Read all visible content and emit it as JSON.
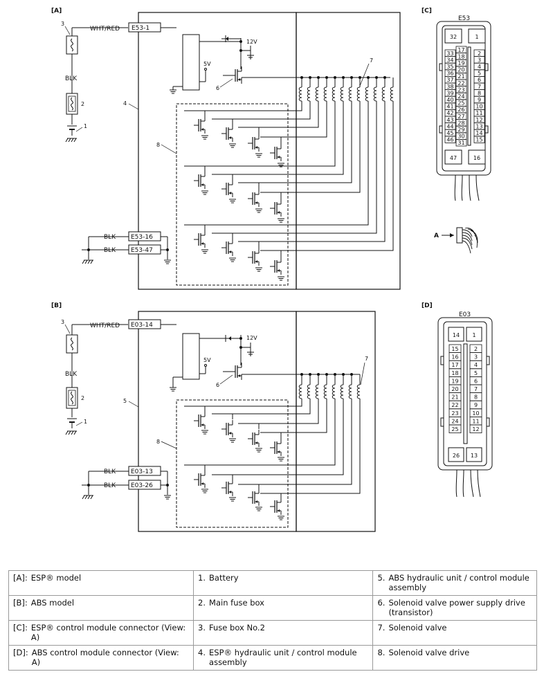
{
  "sections": {
    "a": "[A]",
    "b": "[B]",
    "c": "[C]",
    "d": "[D]"
  },
  "wires": {
    "wht_red": "WHT/RED",
    "blk": "BLK",
    "v12": "12V",
    "v5": "5V",
    "arrow_a": "A"
  },
  "terminals_a": {
    "power": "E53-1",
    "gnd1": "E53-16",
    "gnd2": "E53-47"
  },
  "terminals_b": {
    "power": "E03-14",
    "gnd1": "E03-13",
    "gnd2": "E03-26"
  },
  "callouts": {
    "n1": "1",
    "n2": "2",
    "n3": "3",
    "n4": "4",
    "n5": "5",
    "n6": "6",
    "n7": "7",
    "n8": "8"
  },
  "connector_c": {
    "name": "E53",
    "top": [
      "32",
      "1"
    ],
    "left_col": [
      "33",
      "34",
      "35",
      "36",
      "37",
      "38",
      "39",
      "40",
      "41",
      "42",
      "43",
      "44",
      "45",
      "46"
    ],
    "mid_col": [
      "17",
      "18",
      "19",
      "20",
      "21",
      "22",
      "23",
      "24",
      "25",
      "26",
      "27",
      "28",
      "29",
      "30",
      "31"
    ],
    "right_col": [
      "2",
      "3",
      "4",
      "5",
      "6",
      "7",
      "8",
      "9",
      "10",
      "11",
      "12",
      "13",
      "14",
      "15"
    ],
    "bottom": [
      "47",
      "16"
    ]
  },
  "connector_d": {
    "name": "E03",
    "top": [
      "14",
      "1"
    ],
    "left_col": [
      "15",
      "16",
      "17",
      "18",
      "19",
      "20",
      "21",
      "22",
      "23",
      "24",
      "25"
    ],
    "right_col": [
      "2",
      "3",
      "4",
      "5",
      "6",
      "7",
      "8",
      "9",
      "10",
      "11",
      "12"
    ],
    "bottom": [
      "26",
      "13"
    ]
  },
  "legend": [
    [
      {
        "key": "[A]:",
        "text": "ESP® model"
      },
      {
        "key": "1.",
        "text": "Battery"
      },
      {
        "key": "5.",
        "text": "ABS hydraulic unit / control module assembly"
      }
    ],
    [
      {
        "key": "[B]:",
        "text": "ABS model"
      },
      {
        "key": "2.",
        "text": "Main fuse box"
      },
      {
        "key": "6.",
        "text": "Solenoid valve power supply drive (transistor)"
      }
    ],
    [
      {
        "key": "[C]:",
        "text": "ESP® control module connector (View: A)"
      },
      {
        "key": "3.",
        "text": "Fuse box No.2"
      },
      {
        "key": "7.",
        "text": "Solenoid valve"
      }
    ],
    [
      {
        "key": "[D]:",
        "text": "ABS control module connector (View: A)"
      },
      {
        "key": "4.",
        "text": "ESP® hydraulic unit / control module assembly"
      },
      {
        "key": "8.",
        "text": "Solenoid valve drive"
      }
    ]
  ]
}
